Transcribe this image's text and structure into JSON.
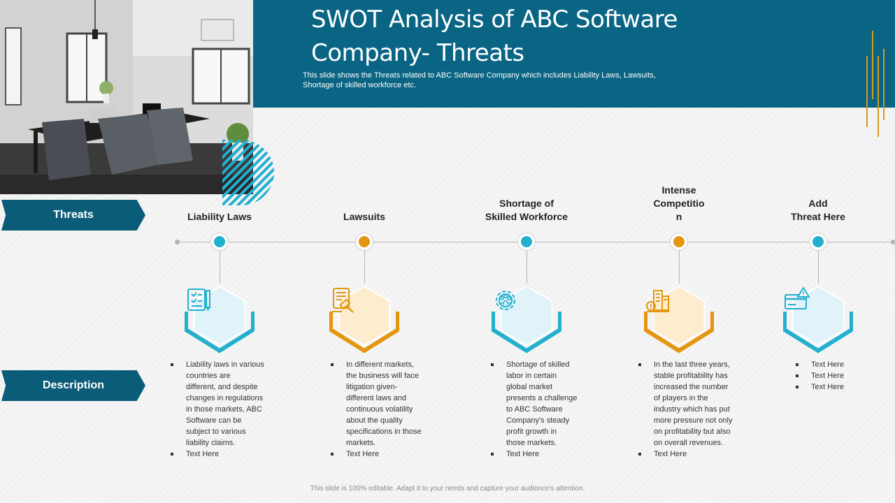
{
  "header": {
    "title_line1": "SWOT Analysis of ABC Software",
    "title_line2": "Company- Threats",
    "subtitle_line1": "This slide shows the Threats related to ABC Software Company which includes Liability Laws, Lawsuits,",
    "subtitle_line2": "Shortage of skilled workforce etc."
  },
  "labels": {
    "threats": "Threats",
    "description": "Description"
  },
  "colors": {
    "header_band": "#0a6584",
    "label_arrow": "#0a5c78",
    "teal_accent": "#22b0cf",
    "orange_accent": "#e4960f",
    "gold_lines": "#d79a1c"
  },
  "threats": [
    {
      "title_lines": [
        "Liability Laws"
      ],
      "accent": "#22b0cf",
      "hex_fill": "#dff3f9",
      "icon": "checklist-pen-icon",
      "bullets": [
        [
          "Liability laws in various",
          "countries are",
          "different, and despite",
          "changes in regulations",
          "in those markets, ABC",
          "Software can be",
          "subject to various",
          "liability claims."
        ],
        [
          "Text Here"
        ]
      ]
    },
    {
      "title_lines": [
        "Lawsuits"
      ],
      "accent": "#e4960f",
      "hex_fill": "#fdeccd",
      "icon": "legal-document-gavel-icon",
      "bullets": [
        [
          "In different markets,",
          "the business will face",
          "litigation given-",
          "different laws and",
          "continuous volatility",
          "about the quality",
          "specifications in those",
          "markets."
        ],
        [
          "Text Here"
        ]
      ]
    },
    {
      "title_lines": [
        "Shortage of",
        "Skilled Workforce"
      ],
      "accent": "#22b0cf",
      "hex_fill": "#dff3f9",
      "icon": "gear-team-icon",
      "bullets": [
        [
          "Shortage of skilled",
          "labor in certain",
          "global market",
          "presents a challenge",
          "to ABC Software",
          "Company's steady",
          "profit growth in",
          "those markets."
        ],
        [
          "Text Here"
        ]
      ]
    },
    {
      "title_lines": [
        "Intense",
        "Competitio",
        "n"
      ],
      "accent": "#e4960f",
      "hex_fill": "#fdeccd",
      "icon": "buildings-money-icon",
      "bullets": [
        [
          "In the last three years,",
          "stable profitability has",
          "increased the number",
          "of players in the",
          "industry which has put",
          "more pressure not only",
          "on profitability but also",
          "on overall revenues."
        ],
        [
          "Text Here"
        ]
      ]
    },
    {
      "title_lines": [
        "Add",
        "Threat Here"
      ],
      "accent": "#22b0cf",
      "hex_fill": "#dff3f9",
      "icon": "card-warning-icon",
      "bullets": [
        [
          "Text Here"
        ],
        [
          "Text Here"
        ],
        [
          "Text Here"
        ]
      ]
    }
  ],
  "footer": "This slide is 100% editable. Adapt it to your needs and capture your audience's attention."
}
